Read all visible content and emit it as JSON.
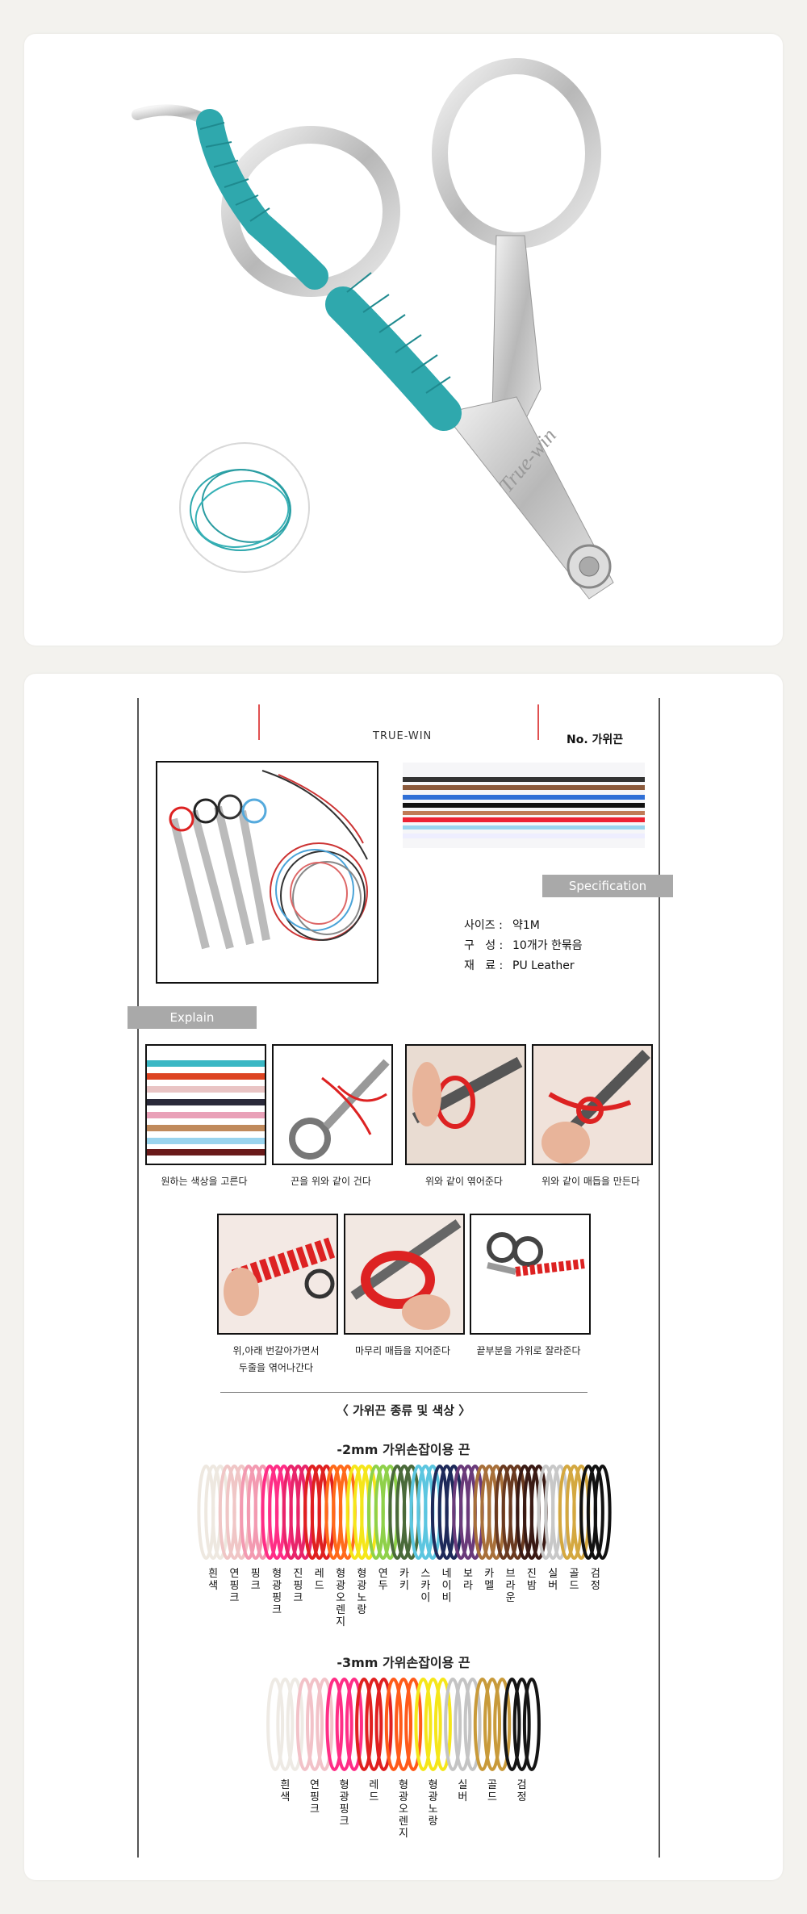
{
  "hero": {
    "logo_text": "True-win",
    "colors": {
      "wrap": "#2fa8ad",
      "blade": "#c8c8c8"
    }
  },
  "spec_sheet": {
    "brand": "TRUE-WIN",
    "product_no": "No. 가위끈",
    "specification_label": "Specification",
    "explain_label": "Explain",
    "specs": [
      {
        "key": "사이즈 : ",
        "value": "약1M"
      },
      {
        "key": "구   성 : ",
        "value": "10개가 한묶음"
      },
      {
        "key": "재   료 : ",
        "value": "PU Leather"
      }
    ],
    "steps_row1": [
      {
        "caption": "원하는 색상을 고른다"
      },
      {
        "caption": "끈을 위와 같이 건다"
      },
      {
        "caption": "위와 같이 엮어준다"
      },
      {
        "caption": "위와 같이 매듭을 만든다"
      }
    ],
    "steps_row2": [
      {
        "caption_line1": "위,아래 번갈아가면서",
        "caption_line2": "두줄을 엮어나간다"
      },
      {
        "caption_line1": "마무리 매듭을 지어준다",
        "caption_line2": ""
      },
      {
        "caption_line1": "끝부분을 가위로 잘라준다",
        "caption_line2": ""
      }
    ],
    "section_title": "〈 가위끈 종류 및 색상 〉",
    "mm2": {
      "title": "-2mm 가위손잡이용 끈",
      "labels": [
        "흰색",
        "연핑크",
        "핑크",
        "형광핑크",
        "진핑크",
        "레드",
        "형광오렌지",
        "형광노랑",
        "연두",
        "카키",
        "스카이",
        "네이비",
        "보라",
        "카멜",
        "브라운",
        "진밤",
        "실버",
        "골드",
        "검정"
      ],
      "colors": [
        "#eee8e0",
        "#f0c6c6",
        "#f39ab1",
        "#ff2d86",
        "#e8246a",
        "#e02020",
        "#ff6a1a",
        "#f5e61a",
        "#8fd14a",
        "#4a6a3a",
        "#5cc6e0",
        "#1e2a5a",
        "#6a3a7a",
        "#a8703a",
        "#6a3a20",
        "#3a1a14",
        "#c8c8c8",
        "#d4a840",
        "#111111"
      ]
    },
    "mm3": {
      "title": "-3mm 가위손잡이용 끈",
      "labels": [
        "흰색",
        "연핑크",
        "형광핑크",
        "레드",
        "형광오렌지",
        "형광노랑",
        "실버",
        "골드",
        "검정"
      ],
      "colors": [
        "#eeeae4",
        "#f2c2c8",
        "#ff2d86",
        "#e02020",
        "#ff5a1a",
        "#f5e61a",
        "#c4c4c4",
        "#c89a3a",
        "#151515"
      ]
    }
  }
}
